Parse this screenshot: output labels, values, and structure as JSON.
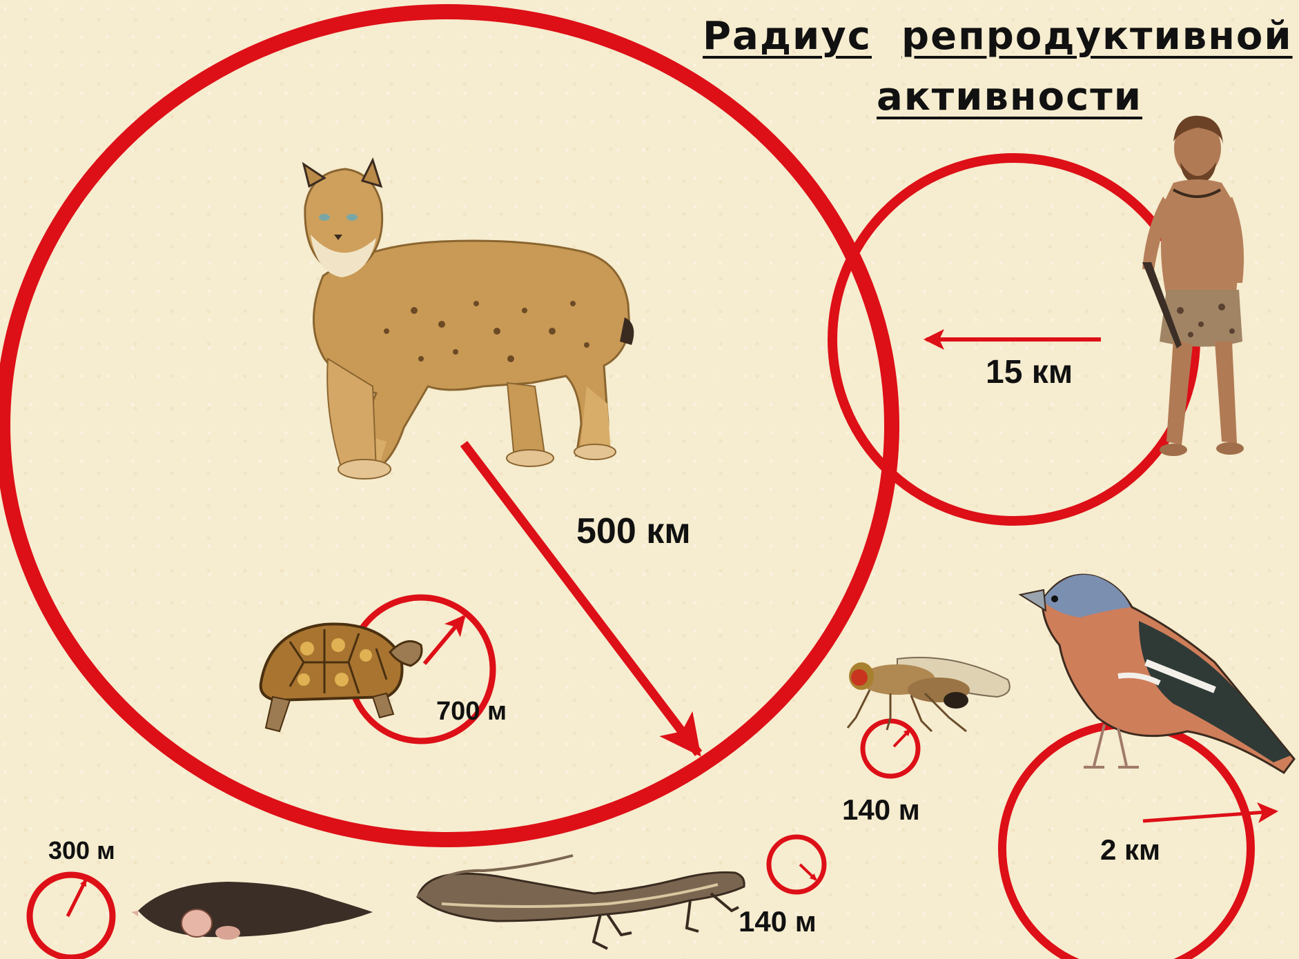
{
  "title": {
    "word1": "Радиус",
    "word2": "репродуктивной",
    "line2": "активности"
  },
  "labels": {
    "lynx": "500 км",
    "human": "15 км",
    "tortoise": "700 м",
    "fly": "140 м",
    "finch": "2 км",
    "mole": "300 м",
    "lizard": "140 м"
  },
  "colors": {
    "circle": "#dd0f17",
    "background": "#f6eccf"
  }
}
